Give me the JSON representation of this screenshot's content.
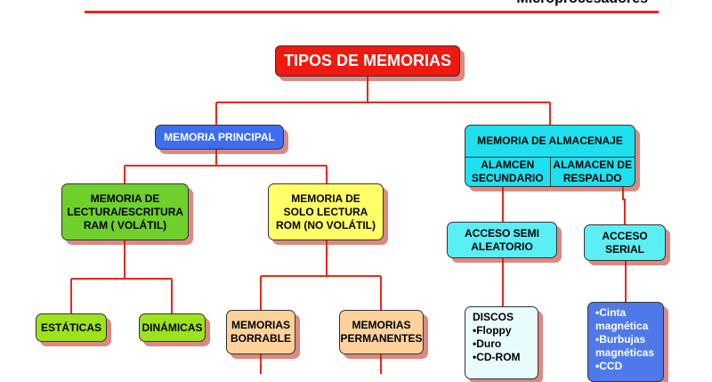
{
  "header": {
    "title": "Microprocesadores"
  },
  "nodes": {
    "root": "TIPOS DE MEMORIAS",
    "principal": "MEMORIA PRINCIPAL",
    "almacenaje": "MEMORIA DE ALMACENAJE",
    "secundario": "ALAMCEN SECUNDARIO",
    "respaldo": "ALAMACEN DE RESPALDO",
    "ram": "MEMORIA DE LECTURA/ESCRITURA RAM ( VOLÁTIL)",
    "rom": "MEMORIA DE SOLO LECTURA ROM (NO VOLÁTIL)",
    "semi": "ACCESO SEMI ALEATORIO",
    "serial": "ACCESO SERIAL",
    "estaticas": "ESTÁTICAS",
    "dinamicas": "DINÁMICAS",
    "borrable": "MEMORIAS BORRABLE",
    "permanentes": "MEMORIAS PERMANENTES",
    "discos_title": "DISCOS",
    "discos_items": [
      "•Floppy",
      "•Duro",
      "•CD-ROM"
    ],
    "serial_items": [
      "•Cinta magnética",
      "•Burbujas magnéticas",
      "•CCD"
    ]
  },
  "colors": {
    "connector": "#e8281c",
    "root": "#f0190f",
    "blue": "#3d6df0",
    "green": "#6fd02c",
    "yellow": "#ffff66",
    "orange": "#fcd29a",
    "cyan": "#1fe0ee"
  }
}
